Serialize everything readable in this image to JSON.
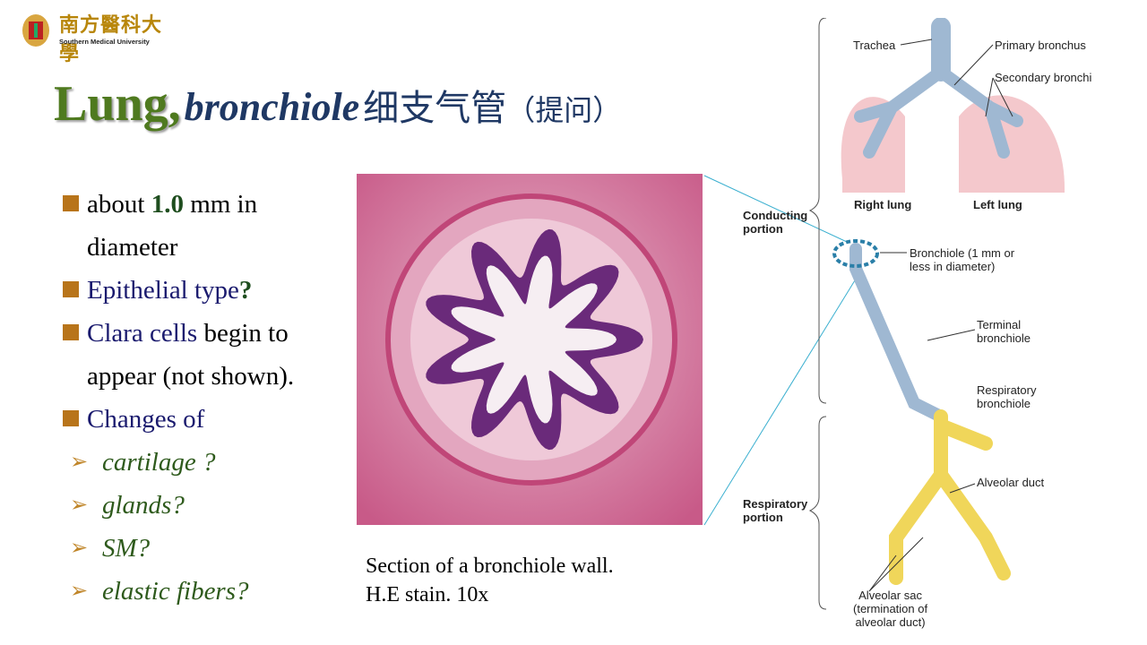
{
  "logo": {
    "name_cn": "南方醫科大學",
    "name_en": "Southern Medical University"
  },
  "title": {
    "main": "Lung,",
    "sub": "bronchiole",
    "cn": "细支气管",
    "note": "（提问）"
  },
  "bullets": [
    {
      "a": "about ",
      "b": "1.0",
      "c": " mm in diameter"
    },
    {
      "a": "Epithelial type",
      "b": "?"
    },
    {
      "a": "Clara cells",
      "b": " begin to appear (not shown)."
    },
    {
      "a": "Changes  of"
    }
  ],
  "sub_bullets": [
    "cartilage ?",
    "glands?",
    "SM?",
    "elastic fibers?"
  ],
  "caption": {
    "line1": "Section of a bronchiole  wall.",
    "line2": "H.E stain. 10x"
  },
  "diagram": {
    "trachea": "Trachea",
    "primary": "Primary bronchus",
    "secondary": "Secondary bronchi",
    "right_lung": "Right lung",
    "left_lung": "Left lung",
    "conducting1": "Conducting",
    "conducting2": "portion",
    "bronchiole1": "Bronchiole (1 mm or",
    "bronchiole2": "less in diameter)",
    "terminal1": "Terminal",
    "terminal2": "bronchiole",
    "respb1": "Respiratory",
    "respb2": "bronchiole",
    "respp1": "Respiratory",
    "respp2": "portion",
    "duct": "Alveolar duct",
    "sac1": "Alveolar sac",
    "sac2": "(termination of",
    "sac3": "alveolar duct)"
  }
}
